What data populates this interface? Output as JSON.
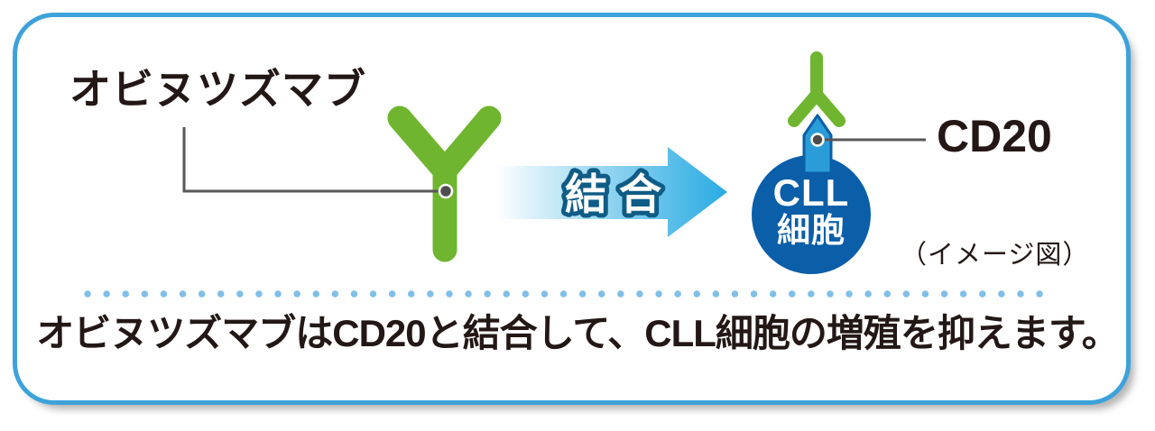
{
  "figure": {
    "antibody_name": "オビヌツズマブ",
    "arrow_label": "結合",
    "cell_label_line1": "CLL",
    "cell_label_line2": "細胞",
    "receptor_label": "CD20",
    "image_note": "（イメージ図）",
    "caption": "オビヌツズマブはCD20と結合して、CLL細胞の増殖を抑えます。"
  },
  "colors": {
    "frame_border": "#3da2da",
    "antibody_green": "#6fb52f",
    "arrow_blue": "#29abe2",
    "arrow_label_outline": "#0f5c86",
    "cell_blue": "#0b5ea8",
    "receptor_fill": "#2a9cd7",
    "divider_dot_blue": "#7fbfe8",
    "text_dark": "#231815",
    "leader_gray": "#595757"
  }
}
